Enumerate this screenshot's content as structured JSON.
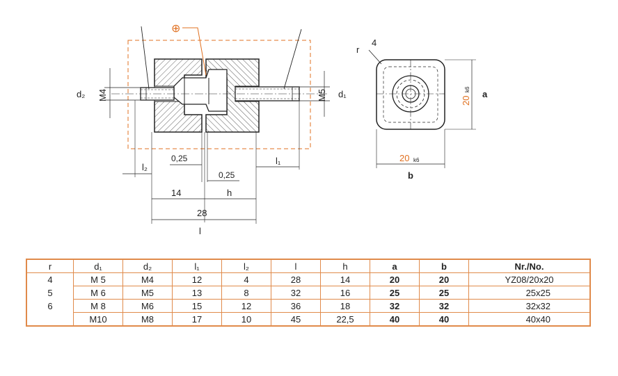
{
  "drawing": {
    "left_callout": "d₂",
    "left_thread": "M4",
    "right_thread": "M5",
    "right_callout": "d₁",
    "gap_left": "0,25",
    "gap_right": "0,25",
    "dim_l2": "l₂",
    "dim_l1": "l₁",
    "dim_14": "14",
    "dim_h": "h",
    "dim_28": "28",
    "dim_l": "l",
    "weld_symbol": "⊕",
    "side_r": "r",
    "side_4": "4",
    "side_20_v": "20",
    "side_k6_v": "k6",
    "side_a": "a",
    "side_20_h": "20",
    "side_k6_h": "k6",
    "side_b": "b",
    "accent": "#e07020"
  },
  "table": {
    "headers": [
      "r",
      "d₁",
      "d₂",
      "l₁",
      "l₂",
      "l",
      "h",
      "a",
      "b",
      "Nr./No."
    ],
    "rows": [
      {
        "r": "4",
        "d1": "M  5",
        "d2": "M4",
        "l1": "12",
        "l2": "4",
        "l": "28",
        "h": "14",
        "a": "20",
        "b": "20",
        "nr": "YZ08/20x20"
      },
      {
        "r": "5",
        "d1": "M  6",
        "d2": "M5",
        "l1": "13",
        "l2": "8",
        "l": "32",
        "h": "16",
        "a": "25",
        "b": "25",
        "nr": "25x25"
      },
      {
        "r": "6",
        "d1": "M  8",
        "d2": "M6",
        "l1": "15",
        "l2": "12",
        "l": "36",
        "h": "18",
        "a": "32",
        "b": "32",
        "nr": "32x32"
      },
      {
        "r": "",
        "d1": "M10",
        "d2": "M8",
        "l1": "17",
        "l2": "10",
        "l": "45",
        "h": "22,5",
        "a": "40",
        "b": "40",
        "nr": "40x40"
      }
    ]
  }
}
